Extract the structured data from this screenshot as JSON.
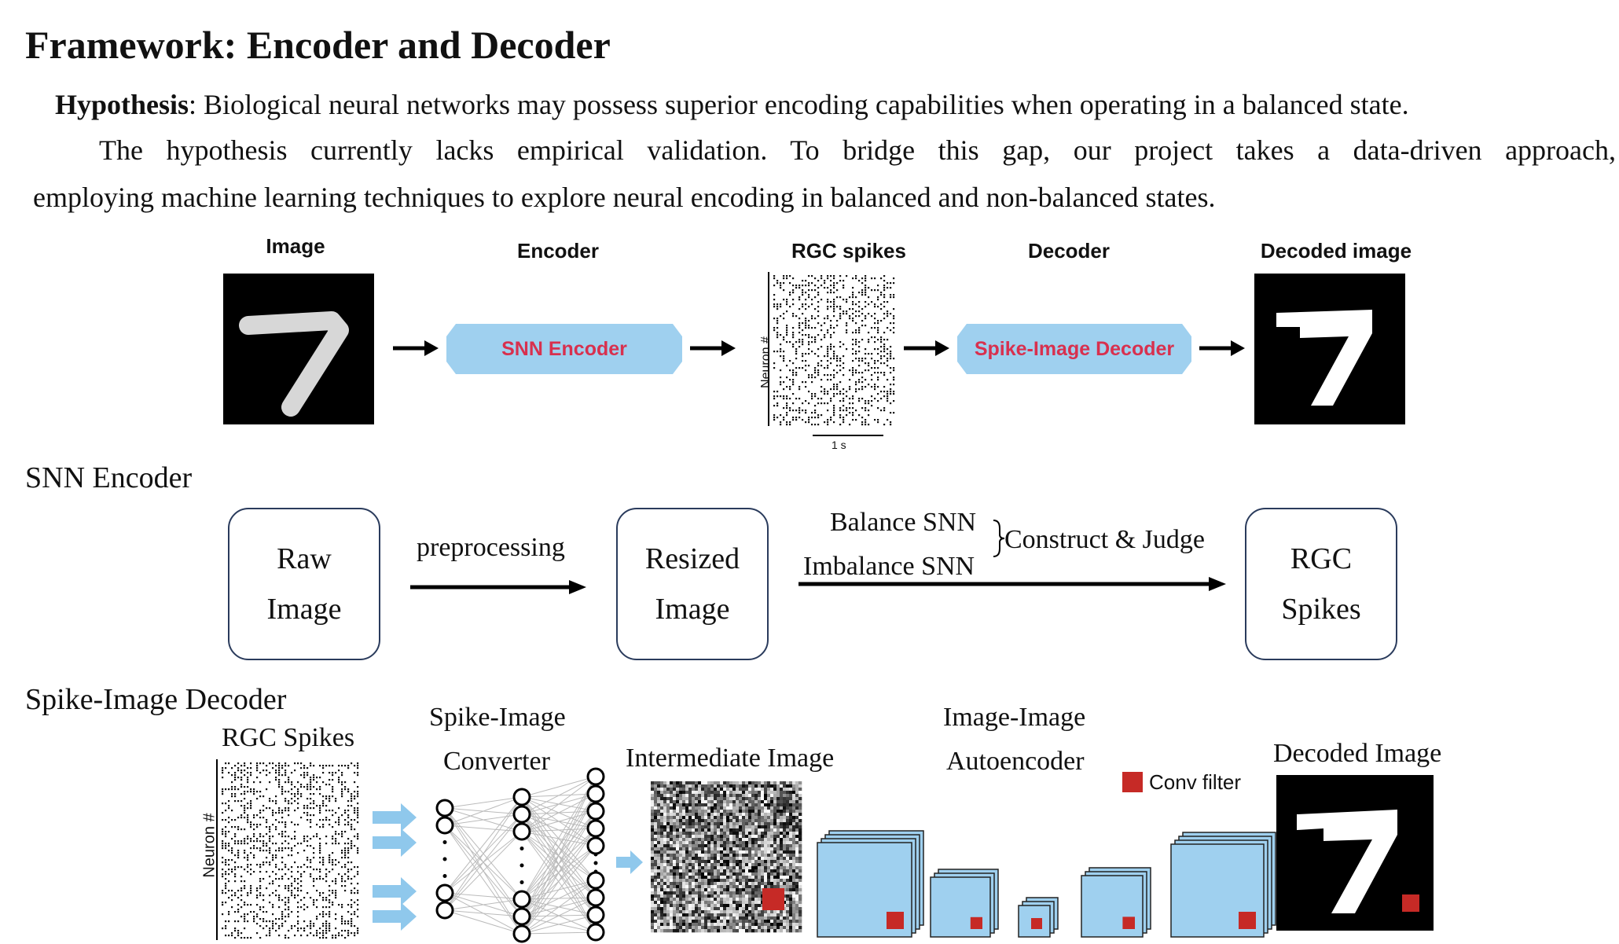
{
  "header": {
    "title": "Framework: Encoder and Decoder",
    "hypothesis_label": "Hypothesis",
    "hypothesis_text": ": Biological neural networks may possess superior encoding capabilities when operating in a balanced state.",
    "paragraph_line1": "The hypothesis currently lacks empirical validation. To bridge this gap, our project takes a data-driven approach,",
    "paragraph_line2": "employing machine learning techniques to explore neural encoding in balanced and non-balanced states."
  },
  "pipeline": {
    "image_label": "Image",
    "encoder_label": "Encoder",
    "encoder_box": "SNN Encoder",
    "rgc_label": "RGC spikes",
    "raster_ylabel": "Neuron #",
    "raster_scale": "1 s",
    "decoder_label": "Decoder",
    "decoder_box": "Spike-Image Decoder",
    "decoded_label": "Decoded image",
    "accent_color": "#d8304e",
    "box_color": "#9fd0ef"
  },
  "snn_encoder": {
    "section_title": "SNN Encoder",
    "raw_line1": "Raw",
    "raw_line2": "Image",
    "preprocessing": "preprocessing",
    "resized_line1": "Resized",
    "resized_line2": "Image",
    "balance": "Balance SNN",
    "imbalance": "Imbalance SNN",
    "construct": "Construct & Judge",
    "rgc_line1": "RGC",
    "rgc_line2": "Spikes"
  },
  "decoder": {
    "section_title": "Spike-Image Decoder",
    "rgc_spikes": "RGC Spikes",
    "raster_ylabel": "Neuron #",
    "converter_line1": "Spike-Image",
    "converter_line2": "Converter",
    "intermediate": "Intermediate Image",
    "ae_line1": "Image-Image",
    "ae_line2": "Autoencoder",
    "conv_filter": "Conv filter",
    "decoded": "Decoded Image",
    "filter_color": "#c62a26",
    "layer_color": "#9fd0ef"
  }
}
